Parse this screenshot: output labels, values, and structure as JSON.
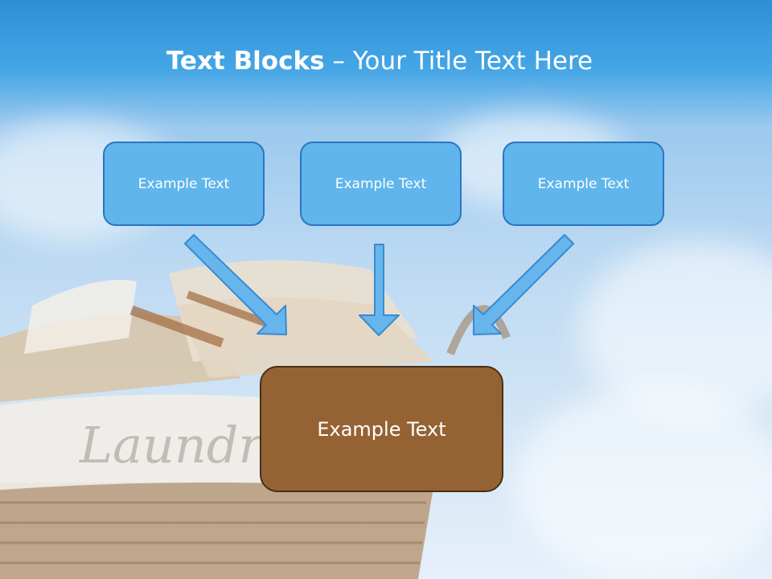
{
  "slide": {
    "title_bold": "Text Blocks",
    "title_rest": "– Your Title Text Here"
  },
  "blocks": [
    {
      "label": "Example Text"
    },
    {
      "label": "Example Text"
    },
    {
      "label": "Example Text"
    }
  ],
  "target": {
    "label": "Example Text"
  },
  "decor": {
    "basket_word": "Laundry"
  },
  "colors": {
    "header_blue": "#2f8fd6",
    "block_fill": "#5fb5ec",
    "block_border": "#2b76c0",
    "target_fill": "#956333",
    "arrow_fill": "#66b5ec"
  }
}
